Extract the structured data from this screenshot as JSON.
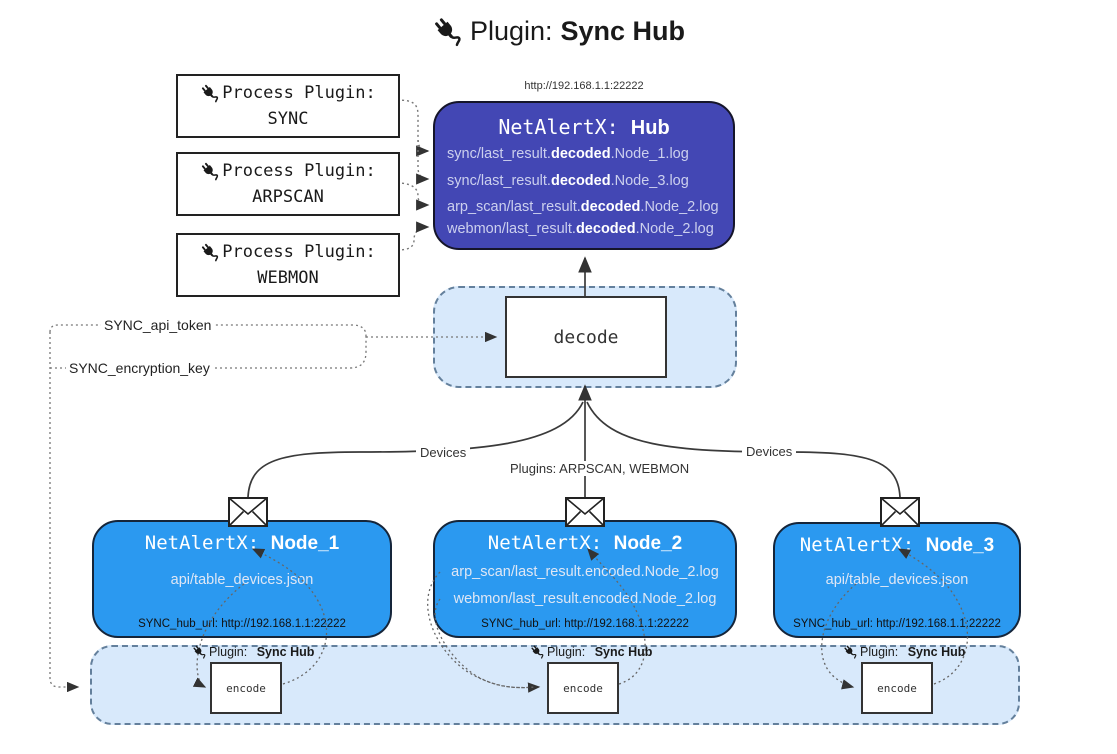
{
  "title": {
    "prefix": "Plugin:",
    "name": "Sync Hub"
  },
  "process_plugins": [
    {
      "line1": "Process Plugin:",
      "name": "SYNC"
    },
    {
      "line1": "Process Plugin:",
      "name": "ARPSCAN"
    },
    {
      "line1": "Process Plugin:",
      "name": "WEBMON"
    }
  ],
  "hub": {
    "url": "http://192.168.1.1:22222",
    "title_prefix": "NetAlertX:",
    "title_name": "Hub",
    "logs": [
      {
        "pre": "sync/last_result.",
        "bold": "decoded",
        "post": ".Node_1.log"
      },
      {
        "pre": "sync/last_result.",
        "bold": "decoded",
        "post": ".Node_3.log"
      },
      {
        "pre": "arp_scan/last_result.",
        "bold": "decoded",
        "post": ".Node_2.log"
      },
      {
        "pre": "webmon/last_result.",
        "bold": "decoded",
        "post": ".Node_2.log"
      }
    ]
  },
  "decode": {
    "label": "decode"
  },
  "config_labels": {
    "api_token": "SYNC_api_token",
    "encryption_key": "SYNC_encryption_key"
  },
  "edge_labels": {
    "left_devices": "Devices",
    "plugins": "Plugins: ARPSCAN, WEBMON",
    "right_devices": "Devices"
  },
  "nodes": [
    {
      "title_prefix": "NetAlertX:",
      "title_name": "Node_1",
      "files": [
        "api/table_devices.json"
      ],
      "hub_url": "SYNC_hub_url: http://192.168.1.1:22222"
    },
    {
      "title_prefix": "NetAlertX:",
      "title_name": "Node_2",
      "files": [
        "arp_scan/last_result.encoded.Node_2.log",
        "webmon/last_result.encoded.Node_2.log"
      ],
      "hub_url": "SYNC_hub_url: http://192.168.1.1:22222"
    },
    {
      "title_prefix": "NetAlertX:",
      "title_name": "Node_3",
      "files": [
        "api/table_devices.json"
      ],
      "hub_url": "SYNC_hub_url: http://192.168.1.1:22222"
    }
  ],
  "encode": {
    "label_prefix": "Plugin:",
    "label_name": "Sync Hub",
    "box": "encode"
  },
  "colors": {
    "hub_fill": "#4347b4",
    "node_fill": "#2b99f0",
    "panel_fill": "#d8e9fb",
    "panel_border": "#64809c",
    "solid_line": "#333333",
    "dotted_line": "#777777"
  }
}
